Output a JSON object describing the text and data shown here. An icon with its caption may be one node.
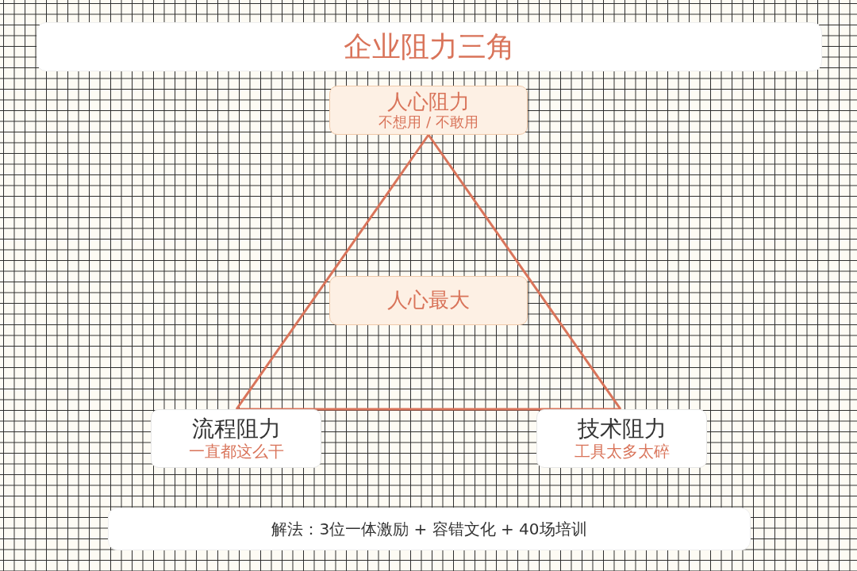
{
  "diagram": {
    "title": "企业阻力三角",
    "caption": "解法：3位一体激励 + 容错文化 + 40场培训",
    "nodes": [
      {
        "text": [
          "人心阻力",
          "不想用 / 不敢用"
        ]
      },
      {
        "text": [
          "人心最大"
        ]
      },
      {
        "text": [
          "流程阻力",
          "一直都这么干"
        ]
      },
      {
        "text": [
          "技术阻力",
          "工具太多太碎"
        ]
      }
    ],
    "edges": [
      {
        "from": 0,
        "to": 2,
        "arrow": "none"
      },
      {
        "from": 0,
        "to": 3,
        "arrow": "none"
      },
      {
        "from": 2,
        "to": 3,
        "arrow": "none"
      }
    ]
  }
}
